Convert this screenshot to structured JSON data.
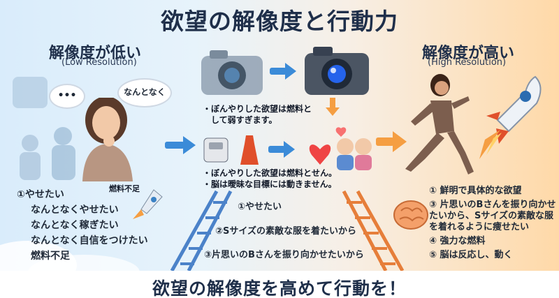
{
  "title": "欲望の解像度と行動力",
  "left": {
    "heading": "解像度が低い",
    "sub": "(Low Resolution)",
    "bubble": "なんとなく",
    "list": [
      "①やせたい",
      "なんとなくやせたい",
      "なんとなく稼ぎたい",
      "なんとなく自信をつけたい",
      "燃料不足"
    ],
    "rocket_tag": "燃料不足"
  },
  "center": {
    "bullets1": [
      "・ぼんやりした欲望は燃料と",
      "して弱すぎます。"
    ],
    "bullets2": [
      "・ぼんやりした欲望は燃料とせん。",
      "・脳は曖昧な目標には動きません。"
    ],
    "ladder": [
      "①やせたい",
      "②Sサイズの素敵な服を着たいから",
      "③片思いのBさんを振り向かせたいから"
    ]
  },
  "right": {
    "heading": "解像度が高い",
    "sub": "(High Resolution)",
    "list": [
      "① 鮮明で具体的な欲望",
      "③ 片思いのBさんを振り向かせたいから、Sサイズの素敵な服を着れるように痩せたい",
      "④ 強力な燃料",
      "⑤ 脳は反応し、動く"
    ]
  },
  "footer": "欲望の解像度を高めて行動を！",
  "colors": {
    "title": "#1f2f4a",
    "arrow": "#3b8bd8",
    "orange_arrow": "#f59e42"
  }
}
